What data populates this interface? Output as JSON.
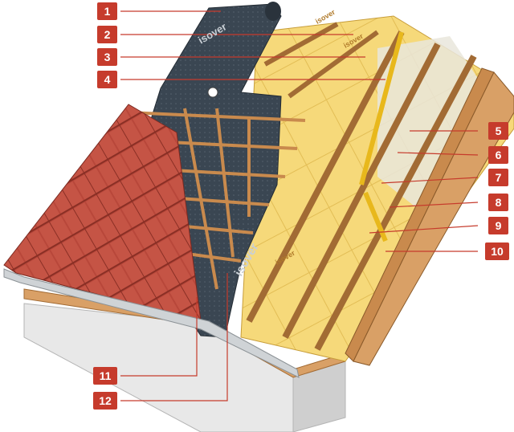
{
  "diagram": {
    "brand_text": "isover",
    "callouts": [
      "1",
      "2",
      "3",
      "4",
      "5",
      "6",
      "7",
      "8",
      "9",
      "10",
      "11",
      "12"
    ],
    "colors": {
      "callout": "#c63b2c",
      "tiles": "#b8473a",
      "membrane": "#3a4652",
      "insulation": "#f6d97a",
      "timber": "#d9a066",
      "wall": "#e8e8e8"
    }
  }
}
